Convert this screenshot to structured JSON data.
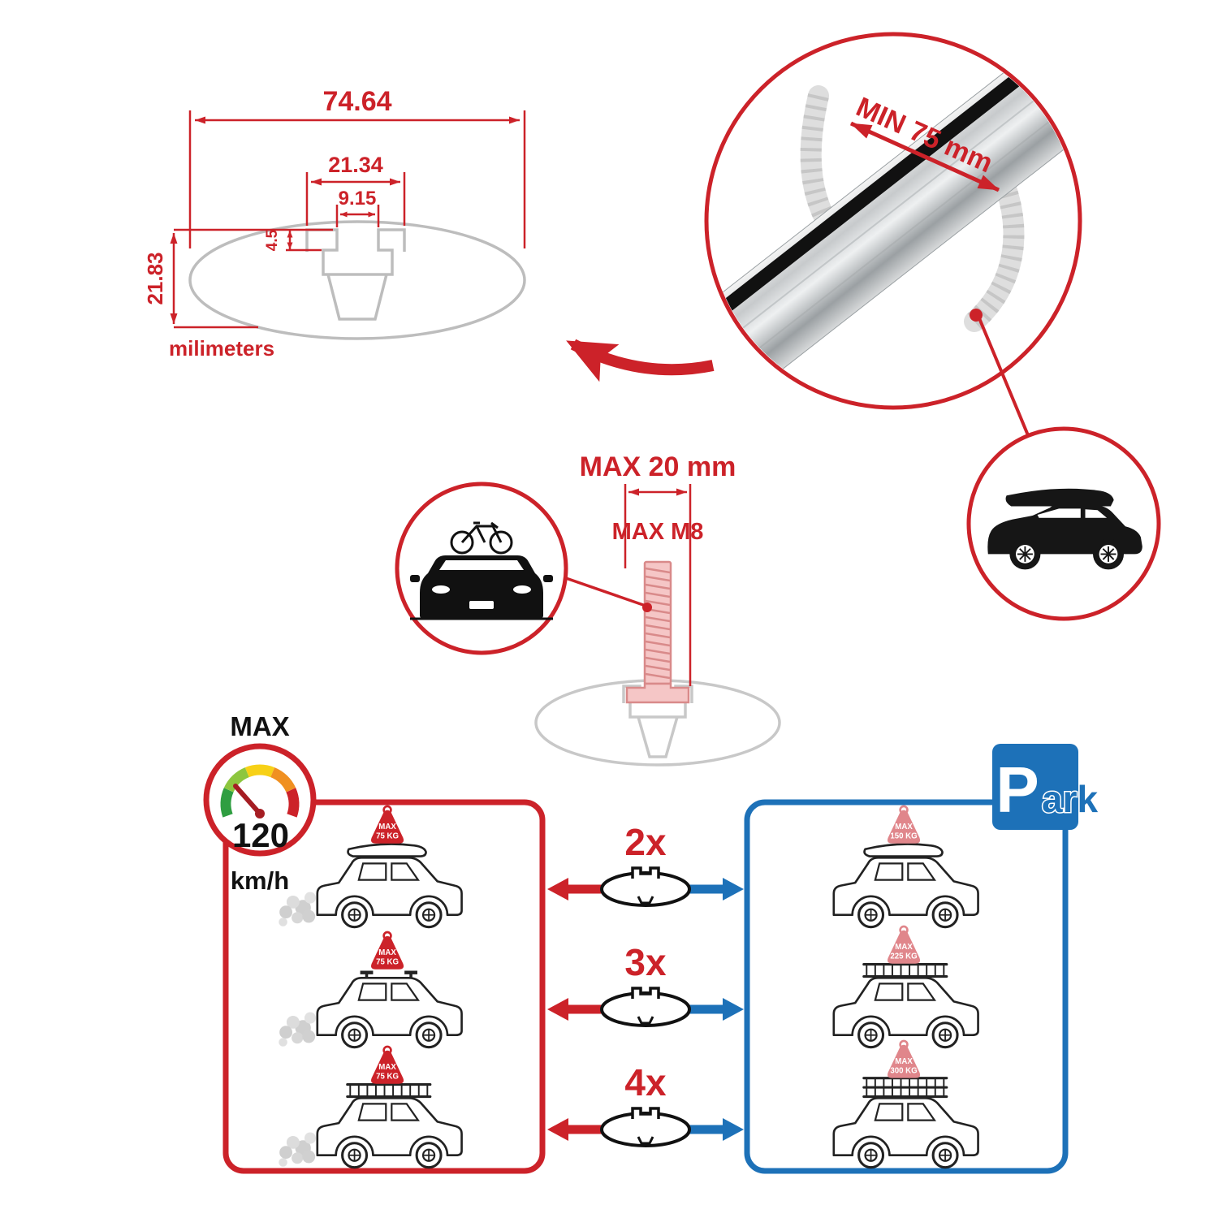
{
  "colors": {
    "accent_red": "#cc2229",
    "accent_blue": "#1d71b8",
    "sketch_gray": "#bdbdbd"
  },
  "cross_section": {
    "overall_width": "74.64",
    "channel_width": "21.34",
    "slot_width": "9.15",
    "lip_height": "4.5",
    "overall_height": "21.83",
    "units_label": "milimeters"
  },
  "bar_detail": {
    "min_clamp_span": "MIN 75 mm"
  },
  "bolt_detail": {
    "max_clamp_width": "MAX 20 mm",
    "max_bolt_thread": "MAX M8"
  },
  "speed_limit": {
    "label": "MAX",
    "value": "120",
    "units": "km/h"
  },
  "parking_sign": {
    "letter": "P",
    "rest": "ark"
  },
  "load_rows": [
    {
      "qty": "2x",
      "driving": {
        "max": "MAX",
        "load": "75 KG"
      },
      "parked": {
        "max": "MAX",
        "load": "150 KG"
      }
    },
    {
      "qty": "3x",
      "driving": {
        "max": "MAX",
        "load": "75 KG"
      },
      "parked": {
        "max": "MAX",
        "load": "225 KG"
      }
    },
    {
      "qty": "4x",
      "driving": {
        "max": "MAX",
        "load": "75 KG"
      },
      "parked": {
        "max": "MAX",
        "load": "300 KG"
      }
    }
  ]
}
